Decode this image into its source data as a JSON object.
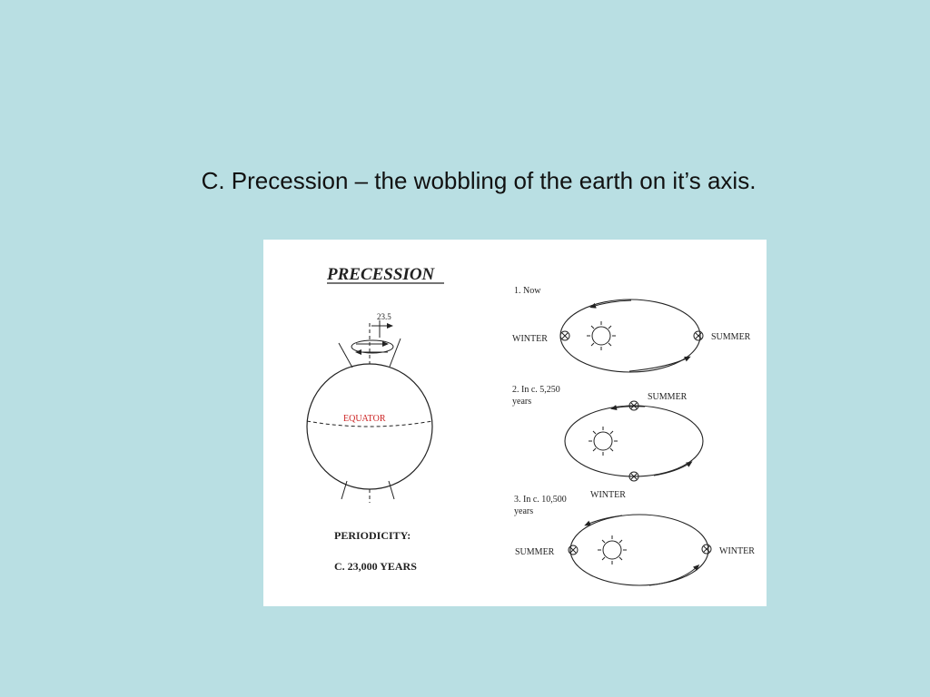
{
  "slide": {
    "title": "C.  Precession – the wobbling of the earth on it’s axis."
  },
  "diagram": {
    "heading": "PRECESSION",
    "angle_label": "23.5",
    "equator_label": "EQUATOR",
    "periodicity_label": "PERIODICITY:",
    "period_value": "C. 23,000 YEARS",
    "stages": [
      {
        "label_line1": "1. Now",
        "label_line2": "",
        "left_label": "WINTER",
        "right_label": "SUMMER"
      },
      {
        "label_line1": "2. In c. 5,250",
        "label_line2": "years",
        "top_label": "SUMMER",
        "bottom_label": "WINTER"
      },
      {
        "label_line1": "3. In c. 10,500",
        "label_line2": "years",
        "left_label": "SUMMER",
        "right_label": "WINTER"
      }
    ]
  },
  "colors": {
    "background": "#b9dfe3",
    "equator_text": "#cc2222"
  }
}
